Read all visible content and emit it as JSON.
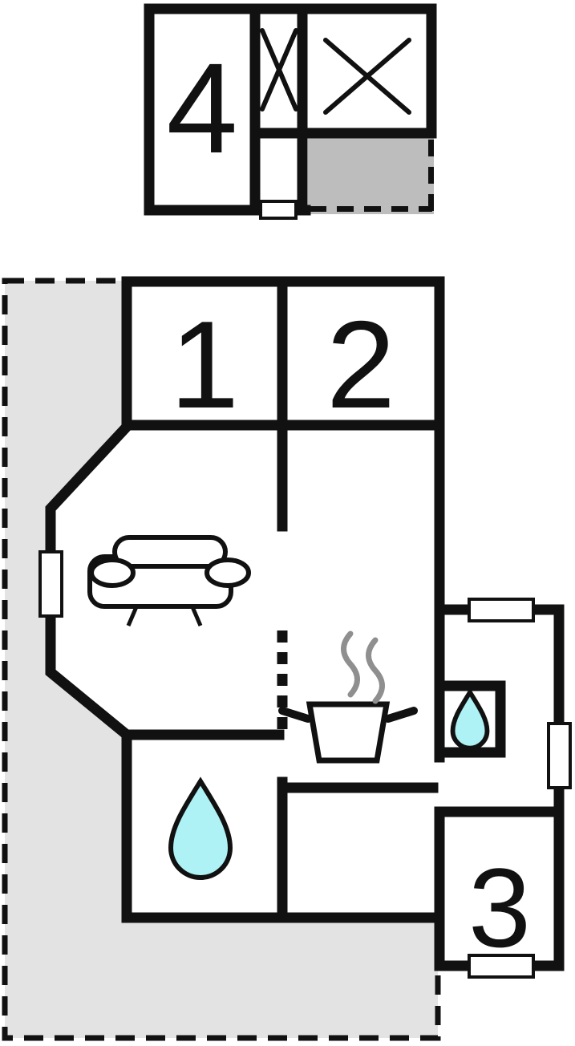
{
  "floor_plan": {
    "type": "floor-plan",
    "rooms": [
      {
        "label": "1"
      },
      {
        "label": "2"
      },
      {
        "label": "3"
      },
      {
        "label": "4"
      }
    ],
    "features": {
      "sofa": "sofa top view in living room",
      "stove": "pot with steam in kitchen",
      "water_drop_large": "water drop symbol in bathroom",
      "water_drop_small": "water drop symbol in wc",
      "wardrobe_x": "crossed-box storage symbols in annex",
      "windows": 5,
      "terraces": 2
    },
    "colors": {
      "wall": "#111111",
      "terrace_main": "#e3e3e3",
      "terrace_annex": "#bdbdbd",
      "water": "#aef2f6",
      "steam": "#8f8f8f",
      "background": "#ffffff"
    }
  }
}
